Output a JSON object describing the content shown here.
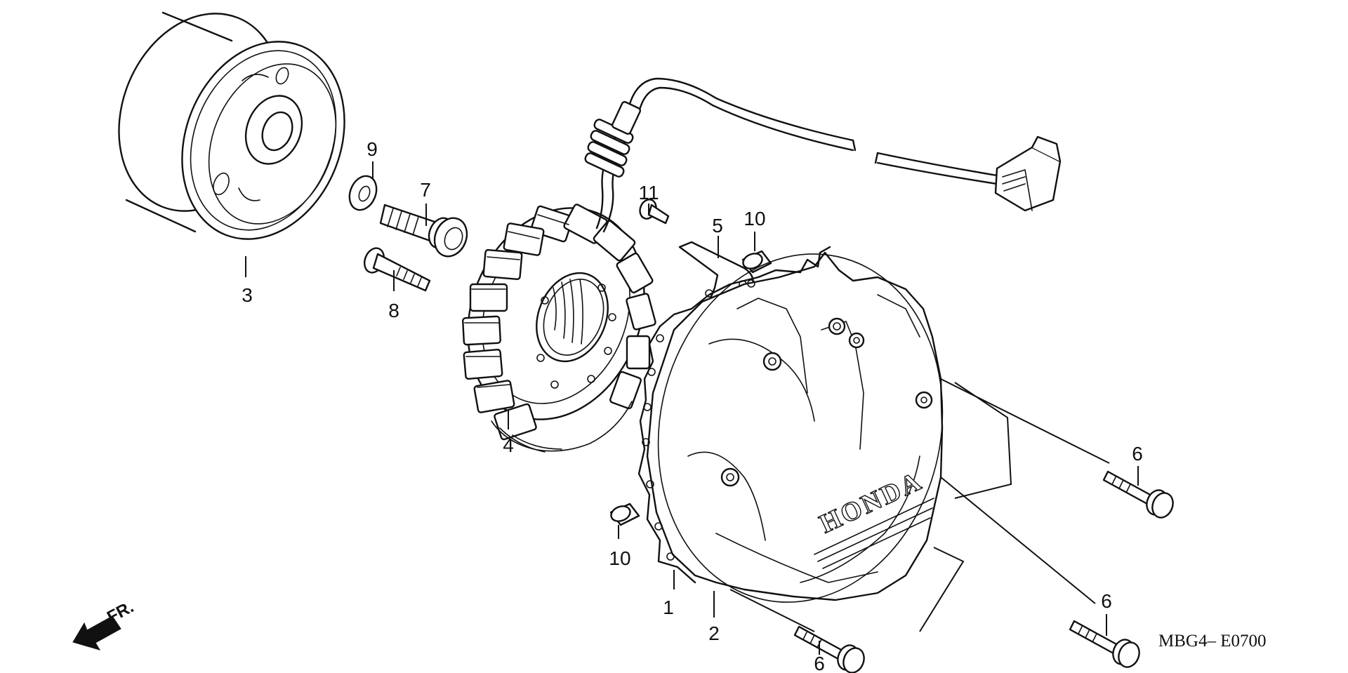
{
  "diagram": {
    "callouts": [
      {
        "id": "1",
        "label": "1"
      },
      {
        "id": "2",
        "label": "2"
      },
      {
        "id": "3",
        "label": "3"
      },
      {
        "id": "4",
        "label": "4"
      },
      {
        "id": "5",
        "label": "5"
      },
      {
        "id": "6a",
        "label": "6"
      },
      {
        "id": "6b",
        "label": "6"
      },
      {
        "id": "6c",
        "label": "6"
      },
      {
        "id": "7",
        "label": "7"
      },
      {
        "id": "8",
        "label": "8"
      },
      {
        "id": "9",
        "label": "9"
      },
      {
        "id": "10a",
        "label": "10"
      },
      {
        "id": "10b",
        "label": "10"
      },
      {
        "id": "11",
        "label": "11"
      }
    ],
    "cover_brand": "HONDA",
    "front_marker": "FR.",
    "diagram_code": "MBG4– E0700",
    "icons": [
      "front-direction-arrow-icon"
    ]
  }
}
